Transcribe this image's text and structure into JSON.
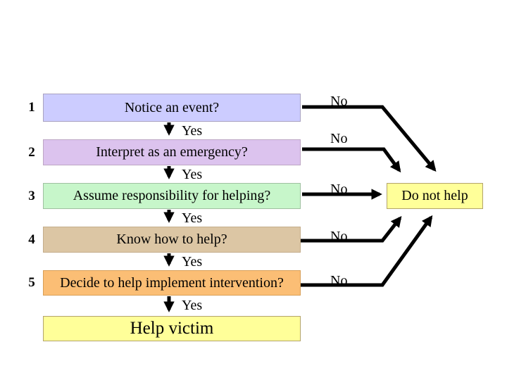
{
  "flowchart": {
    "yes_label": "Yes",
    "no_label": "No",
    "steps": [
      {
        "number": "1",
        "question": "Notice an event?",
        "fill": "#ccccff"
      },
      {
        "number": "2",
        "question": "Interpret as an emergency?",
        "fill": "#dcc3ee"
      },
      {
        "number": "3",
        "question": "Assume responsibility for helping?",
        "fill": "#c7f6ca"
      },
      {
        "number": "4",
        "question": "Know how to help?",
        "fill": "#dcc6a4"
      },
      {
        "number": "5",
        "question": "Decide to help implement intervention?",
        "fill": "#fbbe75"
      }
    ],
    "outcomes": {
      "do_not_help": {
        "label": "Do not help",
        "fill": "#ffff99"
      },
      "help_victim": {
        "label": "Help victim",
        "fill": "#ffff99"
      }
    },
    "colors": {
      "arrow": "#000000",
      "background": "#ffffff"
    }
  }
}
